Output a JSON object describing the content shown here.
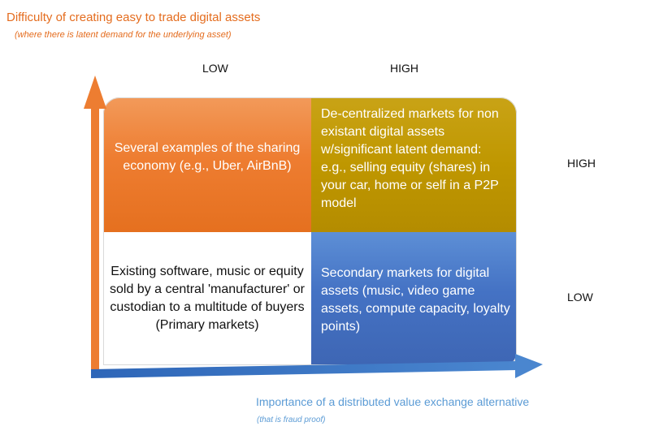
{
  "y_axis": {
    "title": "Difficulty of creating easy to trade digital assets",
    "subtitle": "(where there is latent demand for the underlying asset)",
    "color": "#ED7D31"
  },
  "x_axis": {
    "title": "Importance of a distributed value exchange alternative",
    "subtitle": "(that is fraud proof)",
    "color": "#2E75B6"
  },
  "column_labels": {
    "low": "LOW",
    "high": "HIGH"
  },
  "row_labels": {
    "high": "HIGH",
    "low": "LOW"
  },
  "quadrants": {
    "top_left": {
      "text": "Several examples of the sharing economy (e.g., Uber, AirBnB)",
      "color": "#ED7D31"
    },
    "top_right": {
      "text": "De-centralized markets for non existant digital assets w/significant latent demand: e.g., selling equity (shares) in your car, home or self in a P2P model",
      "color": "#BF9000"
    },
    "bottom_left": {
      "text": "Existing software, music or equity sold by a central 'manufacturer' or custodian to a multitude of  buyers (Primary markets)",
      "color": "#FFFFFF"
    },
    "bottom_right": {
      "text": "Secondary markets for digital assets (music, video game assets,  compute capacity, loyalty points)",
      "color": "#4472C4"
    }
  }
}
